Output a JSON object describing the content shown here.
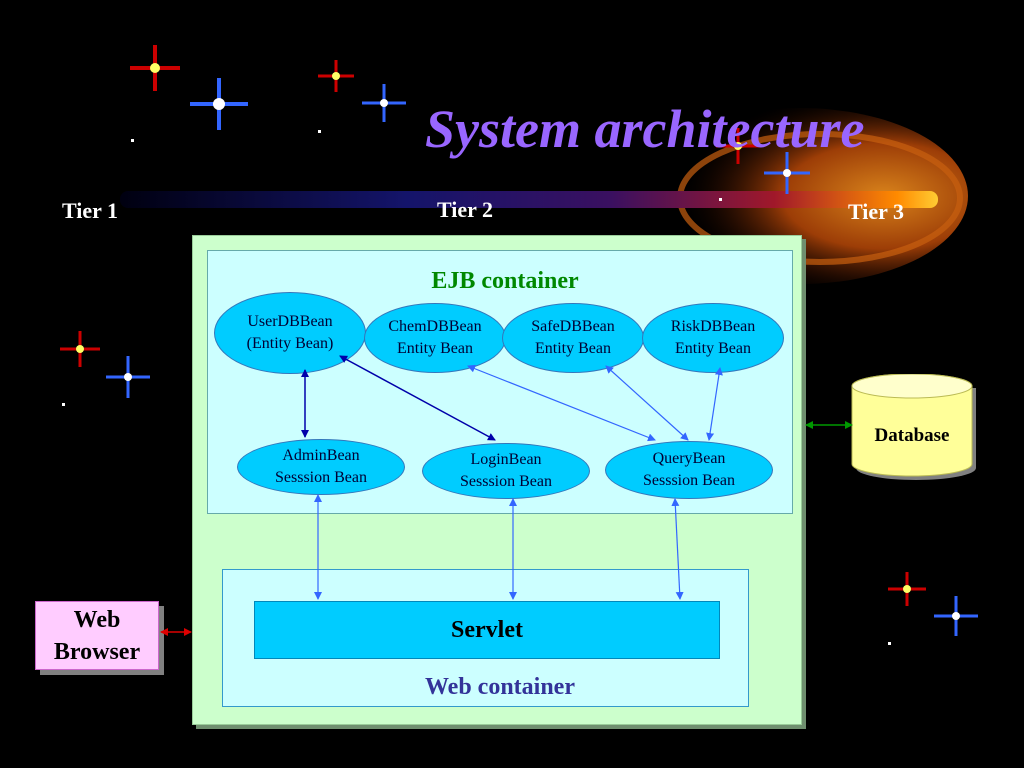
{
  "slide": {
    "title": "System architecture",
    "tiers": [
      "Tier 1",
      "Tier 2",
      "Tier 3"
    ]
  },
  "ejb_container": {
    "label": "EJB container",
    "entity_beans": [
      {
        "name": "UserDBBean",
        "type": "(Entity Bean)"
      },
      {
        "name": "ChemDBBean",
        "type": "Entity Bean"
      },
      {
        "name": "SafeDBBean",
        "type": "Entity Bean"
      },
      {
        "name": "RiskDBBean",
        "type": "Entity Bean"
      }
    ],
    "session_beans": [
      {
        "name": "AdminBean",
        "type": "Sesssion Bean"
      },
      {
        "name": "LoginBean",
        "type": "Sesssion Bean"
      },
      {
        "name": "QueryBean",
        "type": "Sesssion Bean"
      }
    ]
  },
  "web_container": {
    "label": "Web container",
    "servlet": "Servlet"
  },
  "database": {
    "label": "Database"
  },
  "web_browser": {
    "line1": "Web",
    "line2": "Browser"
  },
  "colors": {
    "title": "#9966ff",
    "ejb_label": "#008800",
    "web_label": "#333399",
    "bean_fill": "#00ccff",
    "outer_container": "#ccffcc",
    "inner_container": "#ccffff",
    "database_fill": "#ffff99",
    "browser_fill": "#ffccff",
    "arrow": "#3366ff"
  }
}
